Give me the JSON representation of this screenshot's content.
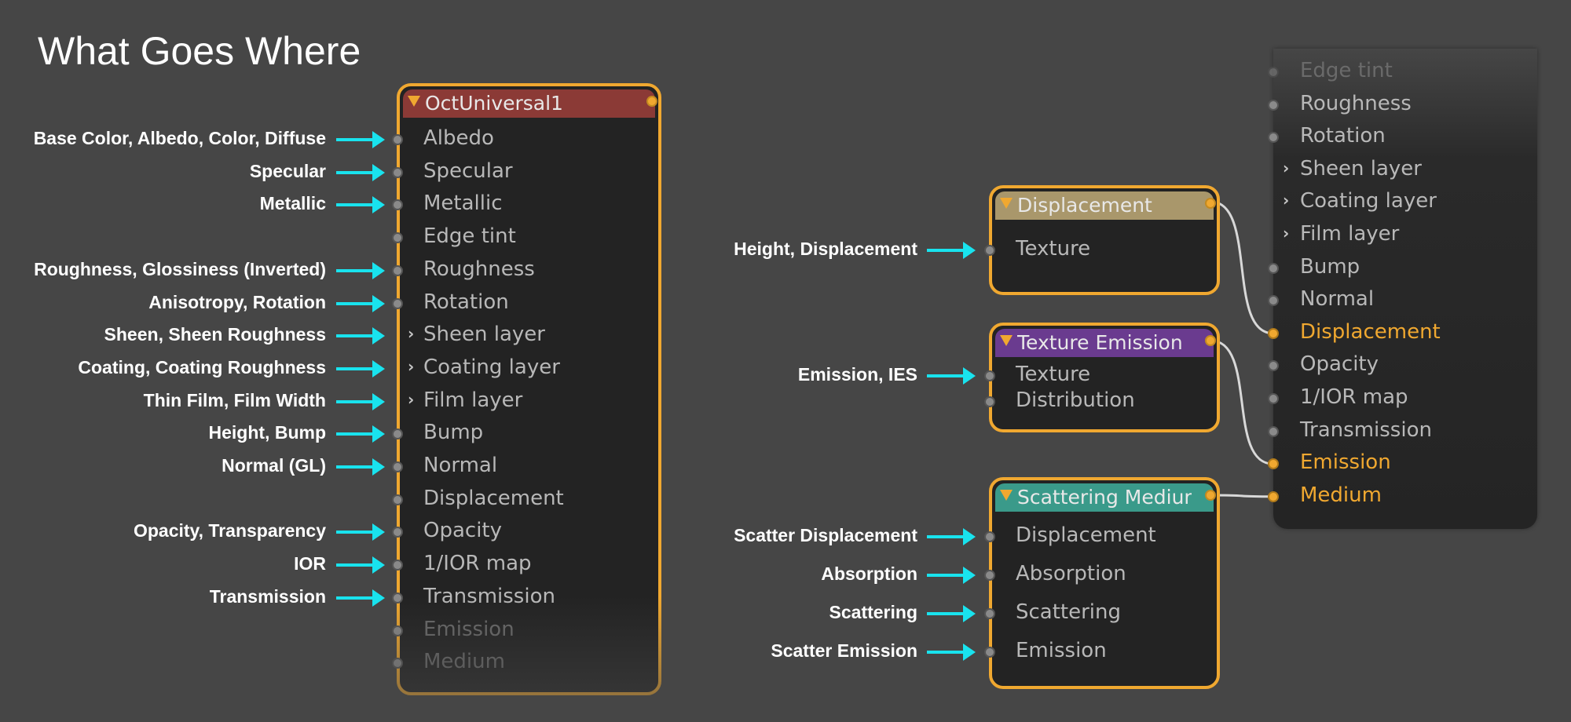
{
  "title": "What Goes Where",
  "colors": {
    "accent": "#f0a830",
    "arrow": "#19e3ee",
    "universal_header": "#8b3a36",
    "displacement_header": "#a9976b",
    "emission_header": "#6a3b8f",
    "scatter_header": "#3a9a8a"
  },
  "universal": {
    "name": "OctUniversal1",
    "ports": [
      {
        "label": "Albedo",
        "kind": "pin",
        "annot": "Base Color, Albedo, Color, Diffuse"
      },
      {
        "label": "Specular",
        "kind": "pin",
        "annot": "Specular"
      },
      {
        "label": "Metallic",
        "kind": "pin",
        "annot": "Metallic"
      },
      {
        "label": "Edge tint",
        "kind": "pin",
        "annot": ""
      },
      {
        "label": "Roughness",
        "kind": "pin",
        "annot": "Roughness, Glossiness (Inverted)"
      },
      {
        "label": "Rotation",
        "kind": "pin",
        "annot": "Anisotropy, Rotation"
      },
      {
        "label": "Sheen layer",
        "kind": "group",
        "annot": "Sheen, Sheen Roughness"
      },
      {
        "label": "Coating layer",
        "kind": "group",
        "annot": "Coating, Coating Roughness"
      },
      {
        "label": "Film layer",
        "kind": "group",
        "annot": "Thin Film, Film Width"
      },
      {
        "label": "Bump",
        "kind": "pin",
        "annot": "Height, Bump"
      },
      {
        "label": "Normal",
        "kind": "pin",
        "annot": "Normal (GL)"
      },
      {
        "label": "Displacement",
        "kind": "pin",
        "annot": ""
      },
      {
        "label": "Opacity",
        "kind": "pin",
        "annot": "Opacity, Transparency"
      },
      {
        "label": "1/IOR map",
        "kind": "pin",
        "annot": "IOR"
      },
      {
        "label": "Transmission",
        "kind": "pin",
        "annot": "Transmission"
      },
      {
        "label": "Emission",
        "kind": "pin",
        "annot": ""
      },
      {
        "label": "Medium",
        "kind": "pin",
        "annot": ""
      }
    ]
  },
  "displacement": {
    "name": "Displacement",
    "ports": [
      {
        "label": "Texture",
        "annot": "Height, Displacement"
      }
    ]
  },
  "emission": {
    "name": "Texture Emission",
    "ports": [
      {
        "label": "Texture",
        "annot": "Emission, IES"
      },
      {
        "label": "Distribution",
        "annot": ""
      }
    ]
  },
  "scatter": {
    "name": "Scattering Mediur",
    "ports": [
      {
        "label": "Displacement",
        "annot": "Scatter Displacement"
      },
      {
        "label": "Absorption",
        "annot": "Absorption"
      },
      {
        "label": "Scattering",
        "annot": "Scattering"
      },
      {
        "label": "Emission",
        "annot": "Scatter Emission"
      }
    ]
  },
  "right_panel": {
    "ports": [
      {
        "label": "Edge tint",
        "kind": "pin",
        "state": "fade"
      },
      {
        "label": "Roughness",
        "kind": "pin",
        "state": "normal"
      },
      {
        "label": "Rotation",
        "kind": "pin",
        "state": "normal"
      },
      {
        "label": "Sheen layer",
        "kind": "group",
        "state": "normal"
      },
      {
        "label": "Coating layer",
        "kind": "group",
        "state": "normal"
      },
      {
        "label": "Film layer",
        "kind": "group",
        "state": "normal"
      },
      {
        "label": "Bump",
        "kind": "pin",
        "state": "normal"
      },
      {
        "label": "Normal",
        "kind": "pin",
        "state": "normal"
      },
      {
        "label": "Displacement",
        "kind": "pin",
        "state": "connected"
      },
      {
        "label": "Opacity",
        "kind": "pin",
        "state": "normal"
      },
      {
        "label": "1/IOR map",
        "kind": "pin",
        "state": "normal"
      },
      {
        "label": "Transmission",
        "kind": "pin",
        "state": "normal"
      },
      {
        "label": "Emission",
        "kind": "pin",
        "state": "connected"
      },
      {
        "label": "Medium",
        "kind": "pin",
        "state": "connected"
      }
    ]
  }
}
